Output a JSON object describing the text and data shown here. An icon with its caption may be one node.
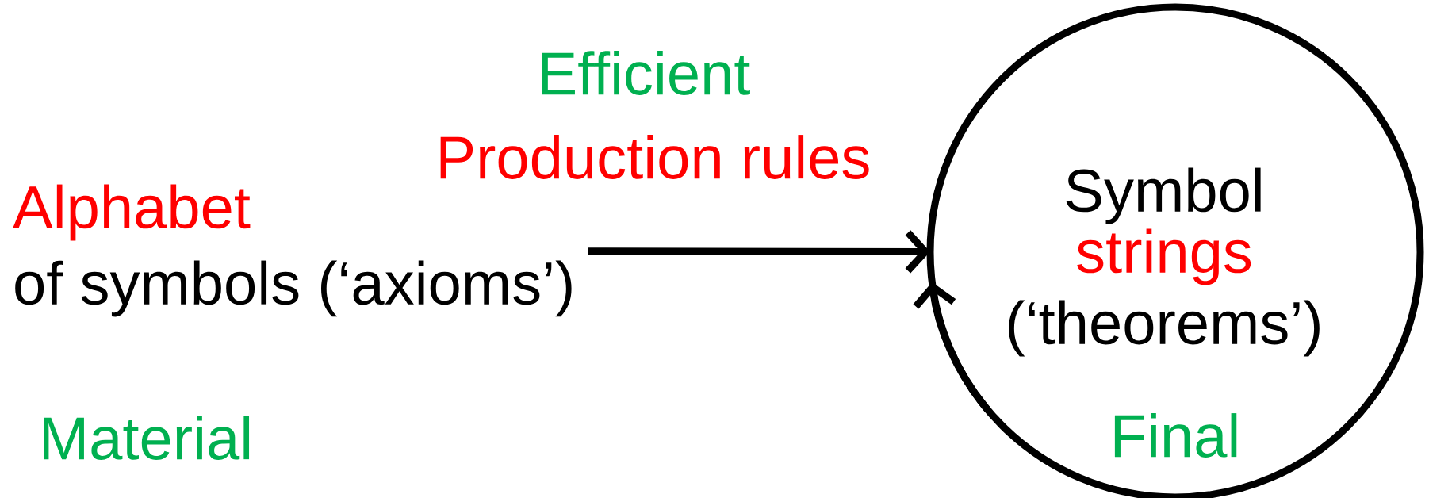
{
  "diagram": {
    "nodes": [
      {
        "text": [
          "Alphabet",
          "of symbols (‘axioms’)"
        ],
        "beside": [
          "Material"
        ]
      },
      {
        "text": [
          "Symbol",
          "strings",
          "(‘theorems’)",
          "Final"
        ]
      }
    ],
    "edges": [
      {
        "from": 0,
        "to": 1,
        "arrow": "to",
        "label": "Production rules"
      },
      {
        "from": 1,
        "to": 1,
        "arrow": "to"
      }
    ],
    "labels": [
      "Efficient"
    ]
  }
}
